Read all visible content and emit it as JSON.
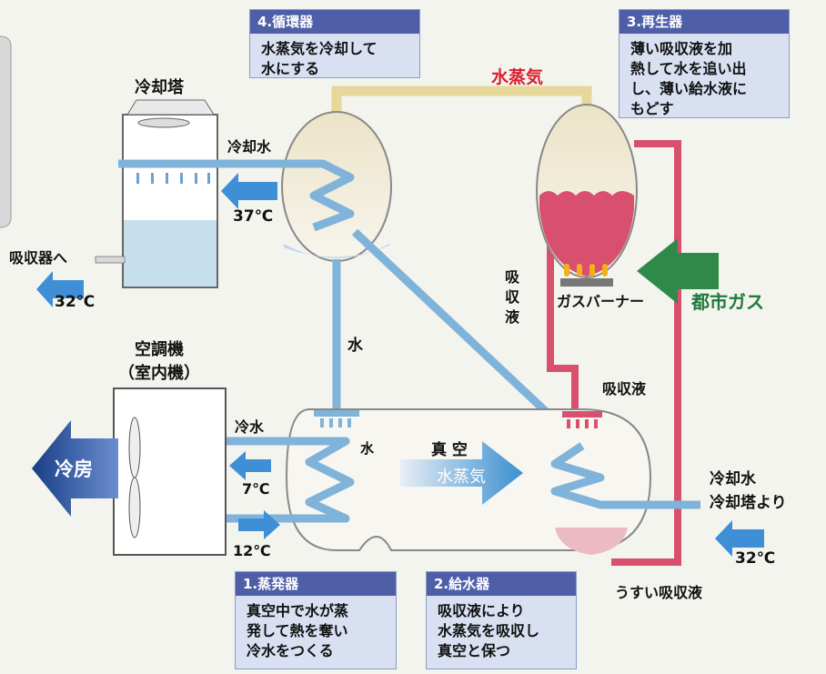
{
  "boxes": {
    "circulator": {
      "title": "4.循環器",
      "body": "水蒸気を冷却して\n水にする"
    },
    "regenerator": {
      "title": "3.再生器",
      "body": "薄い吸収液を加\n熱して水を追い出\nし、薄い給水液に\nもどす"
    },
    "evaporator": {
      "title": "1.蒸発器",
      "body": "真空中で水が蒸\n発して熱を奪い\n冷水をつくる"
    },
    "absorber": {
      "title": "2.給水器",
      "body": "吸収液により\n水蒸気を吸収し\n真空と保つ"
    }
  },
  "labels": {
    "cooling_tower": "冷却塔",
    "cooling_water_top": "冷却水",
    "temp_37": "37℃",
    "to_absorber": "吸収器へ",
    "temp_32_left": "32℃",
    "vapor_top": "水蒸気",
    "absorbent_vertical": "吸\n収\n液",
    "gas_burner": "ガスバーナー",
    "city_gas": "都市ガス",
    "water_vertical": "水",
    "absorbent_right": "吸収液",
    "aircon_unit": "空調機\n（室内機）",
    "cold_water": "冷水",
    "water_small": "水",
    "cooling_mode": "冷房",
    "temp_7": "7℃",
    "temp_12": "12℃",
    "vacuum": "真 空",
    "vapor_arrow": "水蒸気",
    "from_tower": "冷却水\n冷却塔より",
    "temp_32_right": "32℃",
    "thin_absorbent": "うすい吸収液"
  },
  "colors": {
    "pipe_blue": "#7fb3d9",
    "pipe_red": "#d9506f",
    "pipe_yellow": "#e6d79a",
    "arrow_blue": "#3e8fd6",
    "arrow_green": "#2f8a4a",
    "arrow_navy": "#1f4f9e",
    "box_header": "#4e5fa8",
    "box_fill": "#d8e0f2",
    "text_red": "#d8202e",
    "text_green": "#1f7a3c"
  }
}
